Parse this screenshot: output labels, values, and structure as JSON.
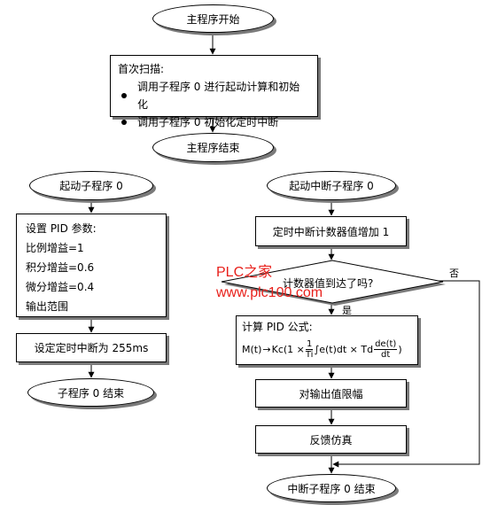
{
  "main": {
    "start": "主程序开始",
    "first_scan_title": "首次扫描:",
    "first_scan_items": [
      "调用子程序 0 进行起动计算和初始化",
      "调用子程序 0 初始化定时中断"
    ],
    "end": "主程序结束"
  },
  "sub0": {
    "start": "起动子程序 0",
    "params_title": "设置 PID 参数:",
    "params": [
      "比例增益=1",
      "积分增益=0.6",
      "微分增益=0.4",
      "输出范围"
    ],
    "timer": "设定定时中断为 255ms",
    "end": "子程序 0 结束"
  },
  "interrupt": {
    "start": "起动中断子程序 0",
    "counter": "定时中断计数器值增加 1",
    "decision": "计数器值到达了吗?",
    "no_label": "否",
    "yes_label": "是",
    "pid_title": "计算 PID 公式:",
    "formula": {
      "lhs": "M(t)",
      "arrow": "→",
      "kc": "Kc(1 ×",
      "frac1_num": "1",
      "frac1_den": "Ti",
      "integral": "∫e(t)dt × Td",
      "frac2_num": "de(t)",
      "frac2_den": "dt",
      "close": ")"
    },
    "limit": "对输出值限幅",
    "feedback": "反馈仿真",
    "end": "中断子程序 0 结束"
  },
  "watermark": {
    "line1": "PLC之家",
    "line2": "www.plc100.com",
    "color": "#e8201b"
  }
}
